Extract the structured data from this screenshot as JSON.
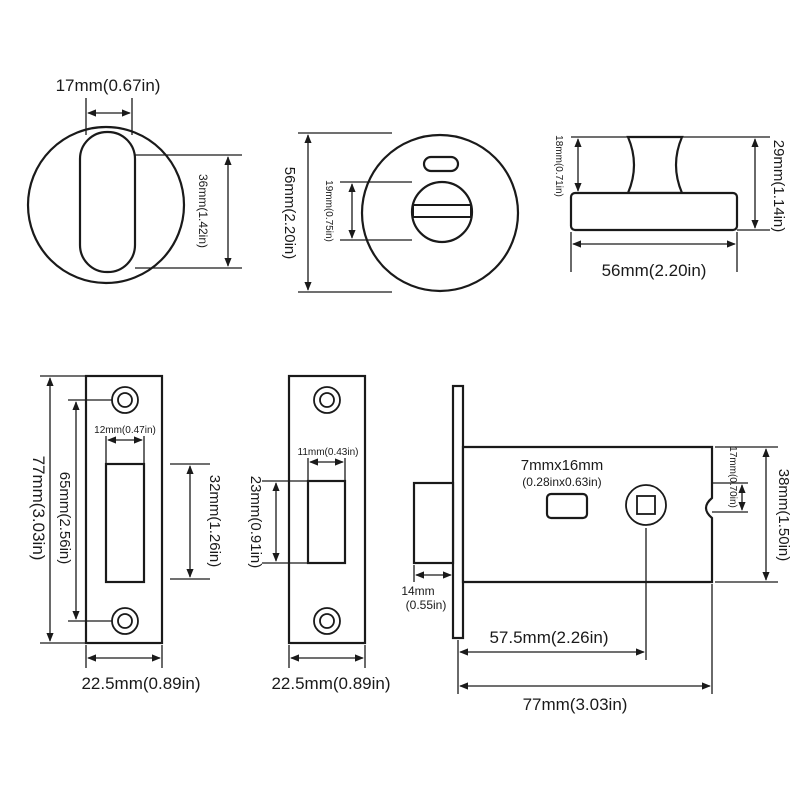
{
  "turn_knob_front": {
    "width": "17mm(0.67in)",
    "height": "36mm(1.42in)"
  },
  "indicator_rose": {
    "diameter": "56mm(2.20in)",
    "slot": "19mm(0.75in)"
  },
  "knob_side": {
    "knob_height": "18mm(0.71in)",
    "total_height": "29mm(1.14in)",
    "width": "56mm(2.20in)"
  },
  "faceplate": {
    "height": "77mm(3.03in)",
    "hole_spacing": "65mm(2.56in)",
    "slot_width": "12mm(0.47in)",
    "slot_height": "32mm(1.26in)",
    "width": "22.5mm(0.89in)"
  },
  "strike_plate": {
    "height": "23mm(0.91in)",
    "slot_width": "11mm(0.43in)",
    "width": "22.5mm(0.89in)"
  },
  "latch_body": {
    "spindle_hole_line1": "7mmx16mm",
    "spindle_hole_line2": "(0.28inx0.63in)",
    "notch": "17mm(0.70in)",
    "body_height": "38mm(1.50in)",
    "bolt_line1": "14mm",
    "bolt_line2": "(0.55in)",
    "backset": "57.5mm(2.26in)",
    "total_length": "77mm(3.03in)"
  }
}
